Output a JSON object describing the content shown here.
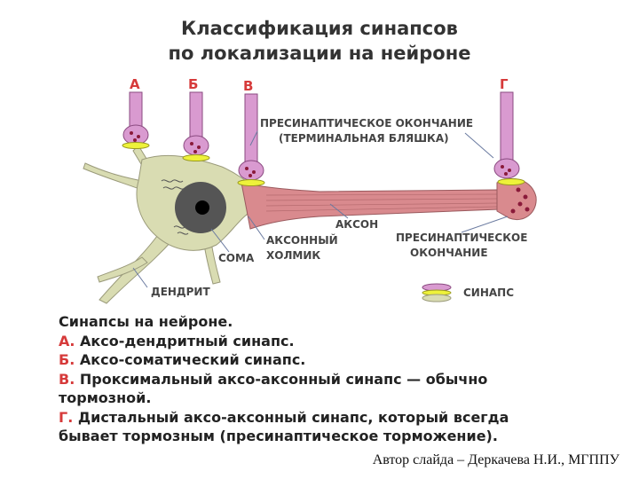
{
  "title": {
    "line1": "Классификация синапсов",
    "line2": "по локализации на нейроне"
  },
  "terminal_letters": {
    "a": "А",
    "b": "Б",
    "v": "В",
    "g": "Г"
  },
  "labels": {
    "presynaptic_ending": "ПРЕСИНАПТИЧЕСКОЕ ОКОНЧАНИЕ",
    "terminal_plaque": "(ТЕРМИНАЛЬНАЯ БЛЯШКА)",
    "axon": "АКСОН",
    "axon_hillock_1": "АКСОННЫЙ",
    "axon_hillock_2": "ХОЛМИК",
    "soma": "СОМА",
    "presynaptic_2_line1": "ПРЕСИНАПТИЧЕСКОЕ",
    "presynaptic_2_line2": "ОКОНЧАНИЕ",
    "dendrite": "ДЕНДРИТ",
    "synapse": "СИНАПС"
  },
  "legend": {
    "heading": "Синапсы на нейроне.",
    "a_key": "А.",
    "a_text": " Аксо-дендритный синапс.",
    "b_key": "Б.",
    "b_text": " Аксо-соматический синапс.",
    "v_key": "В.",
    "v_text_1": " Проксимальный аксо-аксонный синапс — обычно",
    "v_text_2": "тормозной.",
    "g_key": "Г.",
    "g_text_1": " Дистальный аксо-аксонный синапс, который всегда",
    "g_text_2": "бывает тормозным (пресинаптическое торможение)."
  },
  "author": "Автор слайда – Деркачева Н.И., МГППУ",
  "colors": {
    "letters": "#d63a3a",
    "soma": "#d9dcb2",
    "axon": "#d98a8e",
    "terminal": "#d99ad0",
    "synapse": "#eef23a",
    "nucleus": "#555555",
    "label_text": "#444444"
  }
}
